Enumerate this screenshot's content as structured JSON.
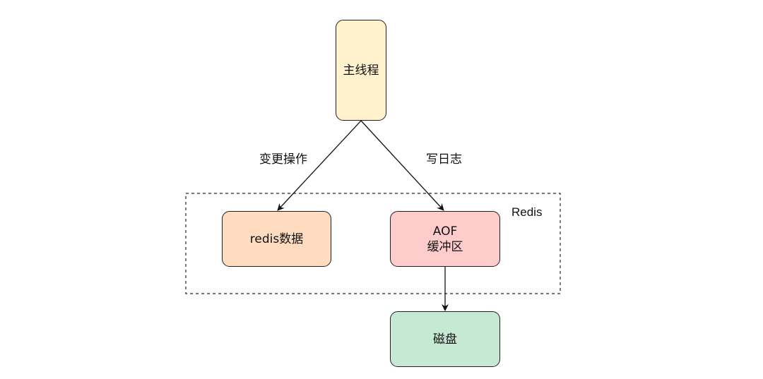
{
  "nodes": {
    "main_thread": {
      "label": "主线程",
      "color": "#fff2cc"
    },
    "redis_data": {
      "label": "redis数据",
      "color": "#ffdcc0"
    },
    "aof_buffer": {
      "line1": "AOF",
      "line2": "缓冲区",
      "color": "#ffcccc"
    },
    "disk": {
      "label": "磁盘",
      "color": "#c6e9d4"
    }
  },
  "edges": {
    "change_op": "变更操作",
    "write_log": "写日志"
  },
  "group": {
    "label": "Redis"
  }
}
